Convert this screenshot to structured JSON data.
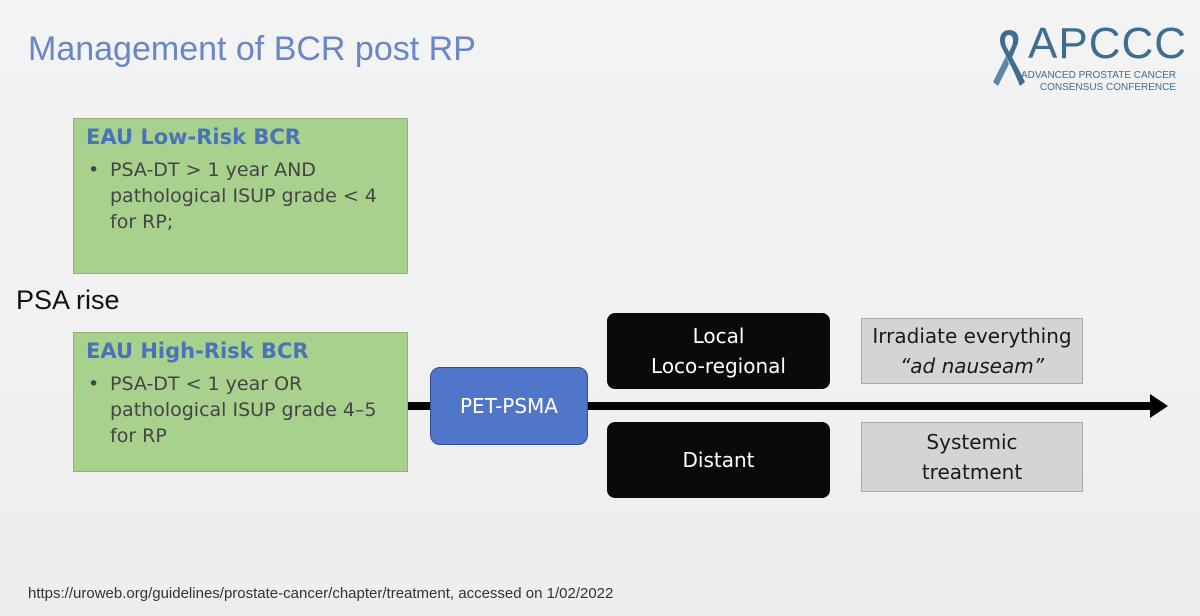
{
  "title": "Management of BCR post RP",
  "logo": {
    "brand": "APCCC",
    "line1": "ADVANCED PROSTATE CANCER",
    "line2": "CONSENSUS CONFERENCE",
    "ribbon_color": "#3d6d8f"
  },
  "low_risk": {
    "title": "EAU Low-Risk BCR",
    "bullet": "•",
    "text": "PSA-DT > 1 year AND pathological ISUP grade < 4 for RP;"
  },
  "high_risk": {
    "title": "EAU High-Risk BCR",
    "bullet": "•",
    "text": "PSA-DT < 1 year OR pathological ISUP grade 4–5 for RP"
  },
  "psa_rise": "PSA rise",
  "pet_psma": "PET-PSMA",
  "local": {
    "line1": "Local",
    "line2": "Loco-regional"
  },
  "distant": "Distant",
  "irradiate": {
    "line1": "Irradiate everything",
    "line2": "“ad nauseam”"
  },
  "systemic": {
    "line1": "Systemic",
    "line2": "treatment"
  },
  "footer": "https://uroweb.org/guidelines/prostate-cancer/chapter/treatment, accessed on 1/02/2022",
  "colors": {
    "title": "#6a86c4",
    "green_box": "#a9d18e",
    "green_title": "#4a72b8",
    "pet_box": "#4f76c8",
    "black_box": "#0a0a0a",
    "grey_box": "#d4d4d4",
    "arrow": "#000000"
  }
}
